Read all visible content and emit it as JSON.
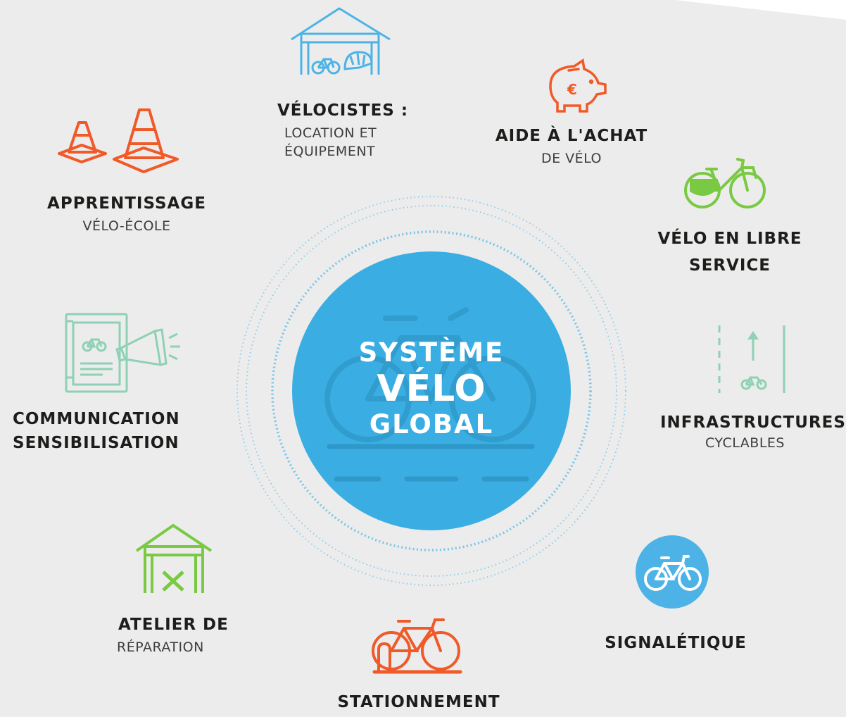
{
  "center": {
    "line1": "SYSTÈME",
    "line2": "VÉLO",
    "line3": "GLOBAL"
  },
  "colors": {
    "background": "#ececec",
    "center_blue": "#3aaee2",
    "orange": "#f05a28",
    "blue_icon": "#4db3e6",
    "green": "#7ac943",
    "teal": "#8ed1b4",
    "text_dark": "#1d1d1b"
  },
  "items": {
    "velocistes": {
      "title": "VÉLOCISTES :",
      "sub1": "LOCATION ET",
      "sub2": "ÉQUIPEMENT",
      "icon": "garage-bike-helmet-icon"
    },
    "aide": {
      "title": "AIDE À L'ACHAT",
      "sub": "DE VÉLO",
      "icon": "piggy-bank-euro-icon"
    },
    "apprentissage": {
      "title": "APPRENTISSAGE",
      "sub": "VÉLO-ÉCOLE",
      "icon": "traffic-cones-icon"
    },
    "libre_service": {
      "title1": "VÉLO EN LIBRE",
      "title2": "SERVICE",
      "icon": "shared-bike-icon"
    },
    "communication": {
      "title1": "COMMUNICATION",
      "title2": "SENSIBILISATION",
      "icon": "certificate-megaphone-icon"
    },
    "infrastructures": {
      "title": "INFRASTRUCTURES",
      "sub": "CYCLABLES",
      "icon": "bike-lane-icon"
    },
    "atelier": {
      "title": "ATELIER DE",
      "sub": "RÉPARATION",
      "icon": "workshop-tools-icon"
    },
    "signaletique": {
      "title": "SIGNALÉTIQUE",
      "icon": "bike-sign-icon"
    },
    "stationnement": {
      "title": "STATIONNEMENT",
      "icon": "bike-parking-icon"
    }
  }
}
